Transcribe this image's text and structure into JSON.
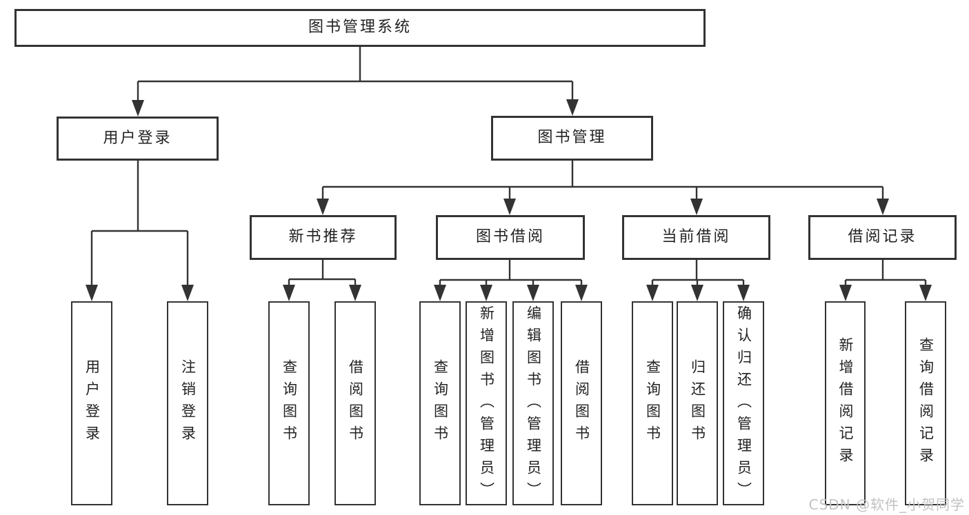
{
  "colors": {
    "line": "#333333",
    "box_border": "#333333",
    "text": "#222222",
    "background": "#ffffff",
    "watermark": "#c2c2c2"
  },
  "watermark": {
    "text": "CSDN @软件_小贺同学"
  },
  "tree": {
    "root": "图书管理系统",
    "children": [
      {
        "label": "用户登录",
        "children": [
          "用户登录",
          "注销登录"
        ]
      },
      {
        "label": "图书管理",
        "children": [
          {
            "label": "新书推荐",
            "children": [
              "查询图书",
              "借阅图书"
            ]
          },
          {
            "label": "图书借阅",
            "children": [
              "查询图书",
              "新增图书（管理员）",
              "编辑图书（管理员）",
              "借阅图书"
            ]
          },
          {
            "label": "当前借阅",
            "children": [
              "查询图书",
              "归还图书",
              "确认归还（管理员）"
            ]
          },
          {
            "label": "借阅记录",
            "children": [
              "新增借阅记录",
              "查询借阅记录"
            ]
          }
        ]
      }
    ]
  }
}
